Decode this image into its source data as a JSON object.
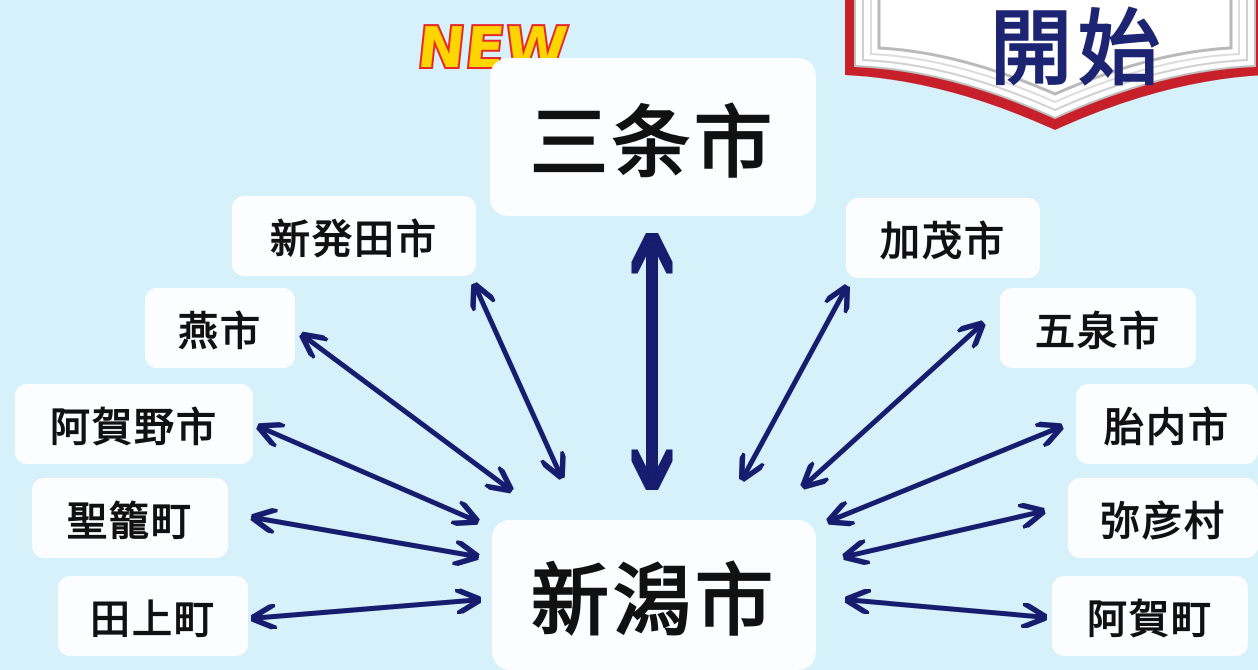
{
  "badge": {
    "new": "NEW"
  },
  "book": {
    "title": "開始"
  },
  "hub": {
    "top": "三条市",
    "bottom": "新潟市"
  },
  "left_cities": [
    "新発田市",
    "燕市",
    "阿賀野市",
    "聖籠町",
    "田上町"
  ],
  "right_cities": [
    "加茂市",
    "五泉市",
    "胎内市",
    "弥彦村",
    "阿賀町"
  ],
  "colors": {
    "background": "#d7f1fa",
    "arrow": "#161c6e",
    "book_red": "#c8202b",
    "new_text": "#ffd500"
  }
}
